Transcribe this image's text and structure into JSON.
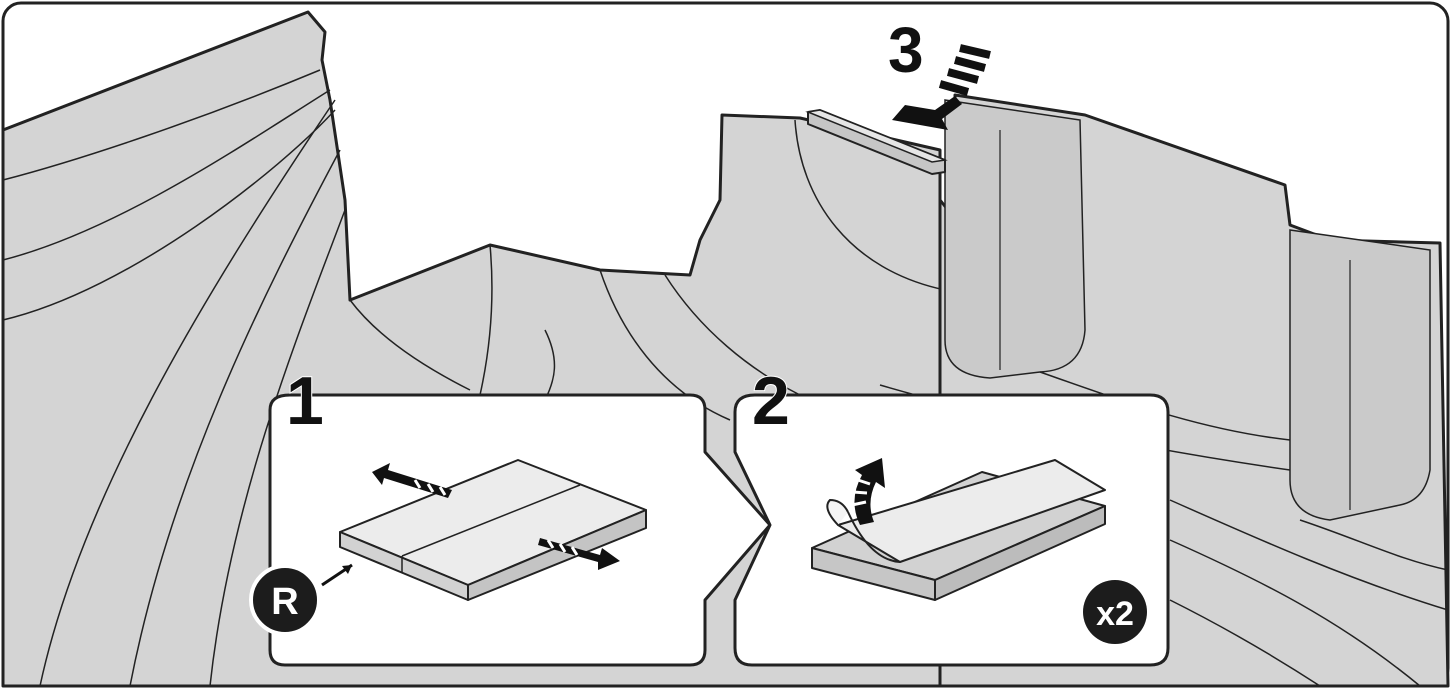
{
  "steps": [
    {
      "number": "1"
    },
    {
      "number": "2"
    },
    {
      "number": "3"
    }
  ],
  "step1": {
    "badge": "R"
  },
  "step2": {
    "badge": "x2"
  },
  "colors": {
    "frame": "#222222",
    "panel_fill": "#d4d4d4",
    "panel_fill_dark": "#c6c6c6",
    "tape_top": "#ececec",
    "tape_side": "#cfcfcf",
    "badge_fill": "#1c1c1c",
    "badge_text": "#ffffff"
  }
}
